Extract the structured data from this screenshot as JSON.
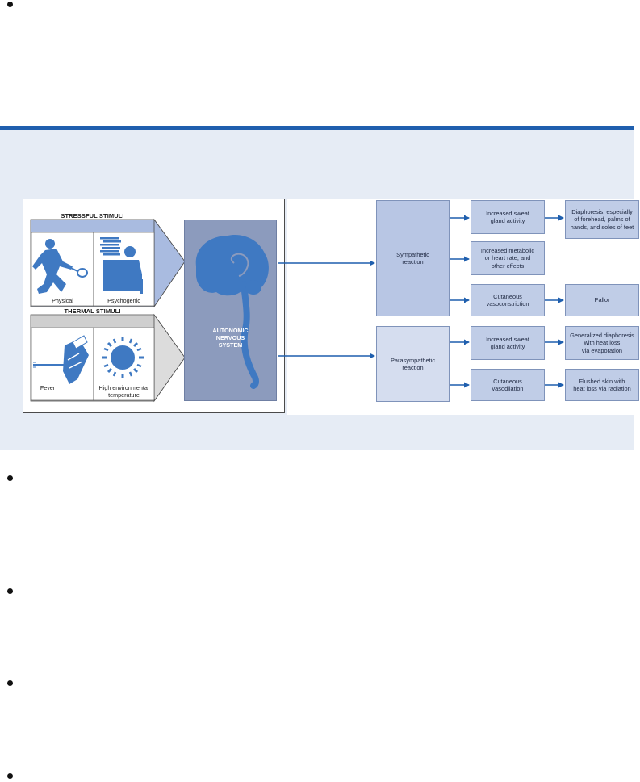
{
  "diagram": {
    "stressful_title": "STRESSFUL STIMULI",
    "thermal_title": "THERMAL STIMULI",
    "labels": {
      "physical": "Physical",
      "psychogenic": "Psychogenic",
      "fever": "Fever",
      "high_env_1": "High environmental",
      "high_env_2": "temperature"
    },
    "ans": {
      "line1": "AUTONOMIC",
      "line2": "NERVOUS",
      "line3": "SYSTEM"
    },
    "sympathetic": {
      "line1": "Sympathetic",
      "line2": "reaction"
    },
    "parasympathetic": {
      "line1": "Parasympathetic",
      "line2": "reaction"
    },
    "effects": {
      "sweat1": {
        "line1": "Increased sweat",
        "line2": "gland activity"
      },
      "metabolic": {
        "line1": "Increased metabolic",
        "line2": "or heart rate, and",
        "line3": "other effects"
      },
      "vasocon": {
        "line1": "Cutaneous",
        "line2": "vasoconstriction"
      },
      "sweat2": {
        "line1": "Increased sweat",
        "line2": "gland activity"
      },
      "vasodil": {
        "line1": "Cutaneous",
        "line2": "vasodilation"
      }
    },
    "outcomes": {
      "diaphoresis": {
        "line1": "Diaphoresis, especially",
        "line2": "of forehead, palms of",
        "line3": "hands, and soles of feet"
      },
      "pallor": {
        "line1": "Pallor"
      },
      "generalized": {
        "line1": "Generalized diaphoresis",
        "line2": "with heat loss",
        "line3": "via evaporation"
      },
      "flushed": {
        "line1": "Flushed skin with",
        "line2": "heat loss via radiation"
      }
    },
    "colors": {
      "accent_rule": "#1f5fae",
      "band": "#e6ecf5",
      "icon_blue": "#3f79c2",
      "arrow": "#1f5fae"
    }
  }
}
